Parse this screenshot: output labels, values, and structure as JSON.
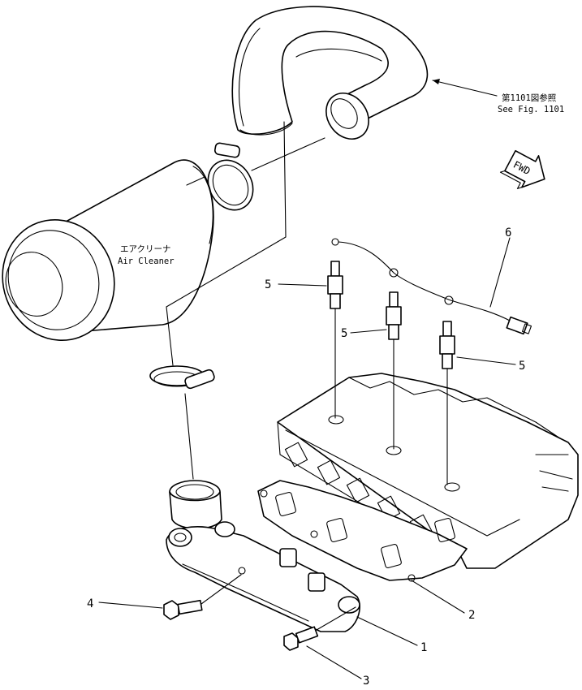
{
  "diagram": {
    "reference_note": {
      "japanese": "第1101図参照",
      "english": "See Fig. 1101"
    },
    "fwd_arrow": "FWD",
    "air_cleaner": {
      "japanese": "エアクリーナ",
      "english": "Air Cleaner"
    },
    "callouts": {
      "c1": "1",
      "c2": "2",
      "c3": "3",
      "c4": "4",
      "c5a": "5",
      "c5b": "5",
      "c5c": "5",
      "c6": "6"
    }
  },
  "icons": {
    "fwd": "fwd-arrow-icon"
  }
}
